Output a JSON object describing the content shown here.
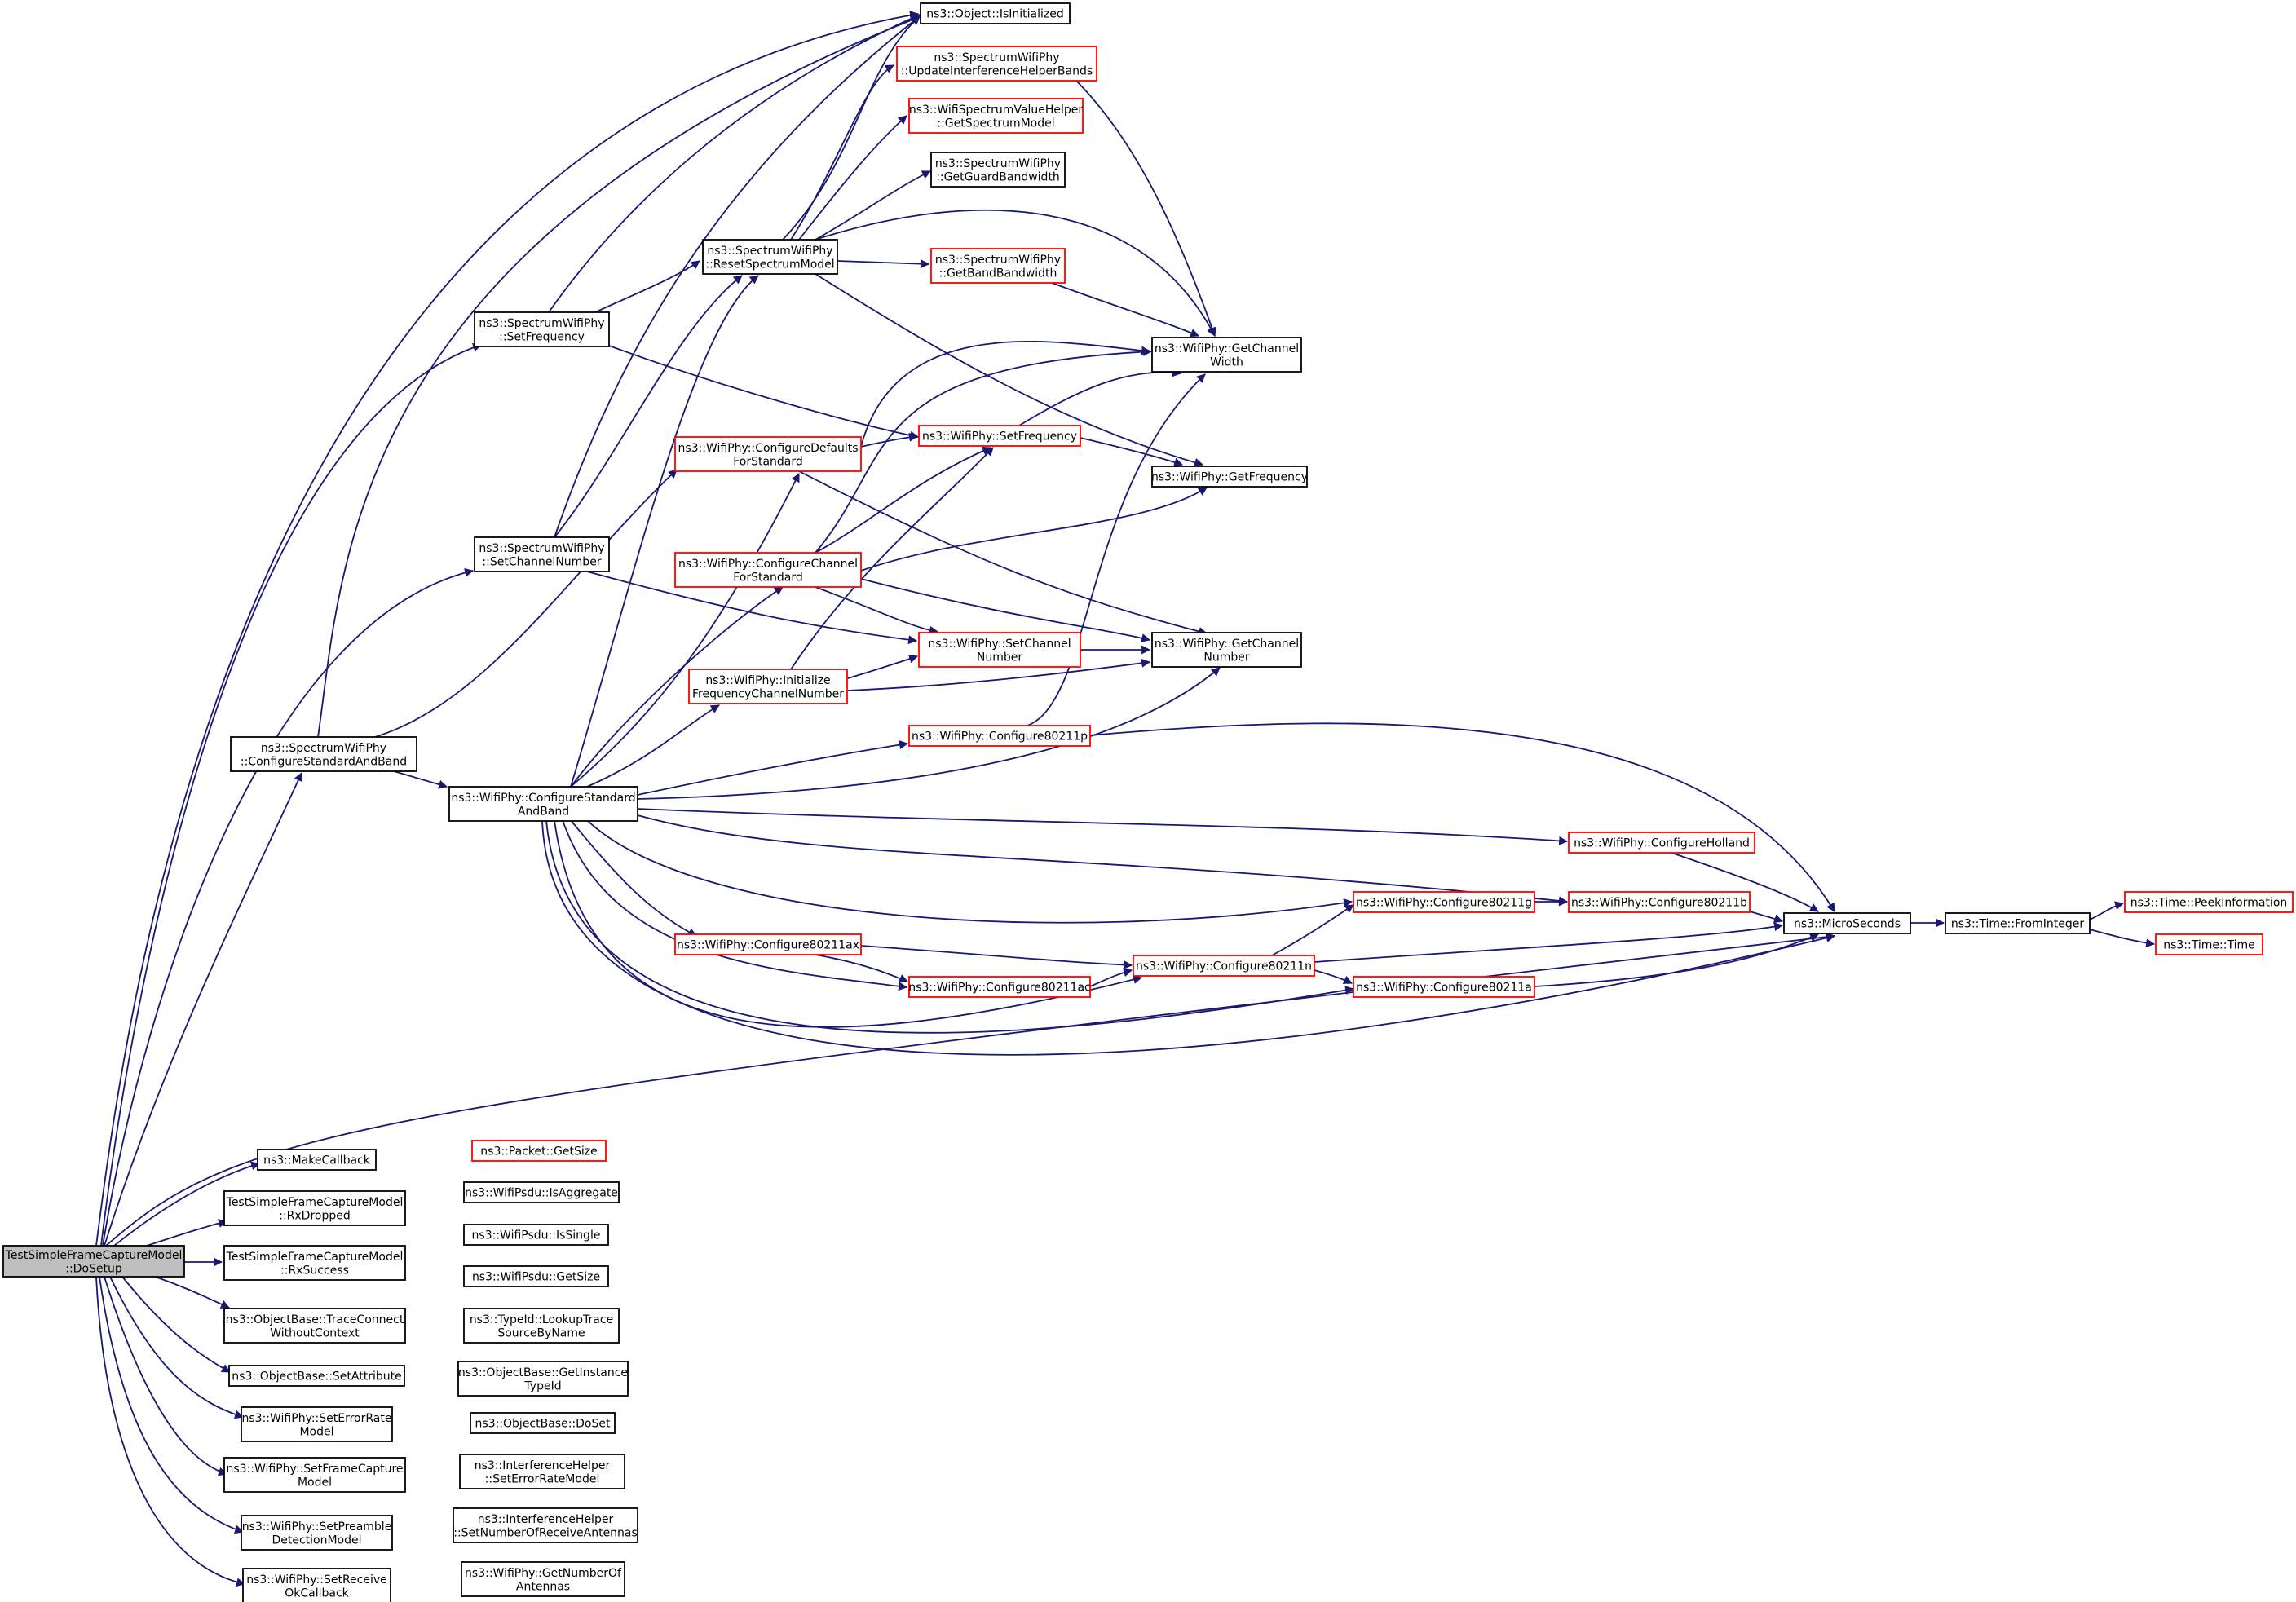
{
  "colors": {
    "edge": "#191970",
    "node_border_normal": "#000000",
    "node_border_truncated": "#ff0000",
    "node_fill": "#ffffff",
    "root_fill": "#bfbfbf"
  },
  "nodes": [
    {
      "id": "root",
      "lines": [
        "TestSimpleFrameCaptureModel",
        "::DoSetup"
      ],
      "style": "root"
    },
    {
      "id": "isInit",
      "lines": [
        "ns3::Object::IsInitialized"
      ],
      "style": "normal"
    },
    {
      "id": "updIntf",
      "lines": [
        "ns3::SpectrumWifiPhy",
        "::UpdateInterferenceHelperBands"
      ],
      "style": "truncated"
    },
    {
      "id": "getSpecModel",
      "lines": [
        "ns3::WifiSpectrumValueHelper",
        "::GetSpectrumModel"
      ],
      "style": "truncated"
    },
    {
      "id": "guardBw",
      "lines": [
        "ns3::SpectrumWifiPhy",
        "::GetGuardBandwidth"
      ],
      "style": "normal"
    },
    {
      "id": "resetSpec",
      "lines": [
        "ns3::SpectrumWifiPhy",
        "::ResetSpectrumModel"
      ],
      "style": "normal"
    },
    {
      "id": "bandBw",
      "lines": [
        "ns3::SpectrumWifiPhy",
        "::GetBandBandwidth"
      ],
      "style": "truncated"
    },
    {
      "id": "setFreqS",
      "lines": [
        "ns3::SpectrumWifiPhy",
        "::SetFrequency"
      ],
      "style": "normal"
    },
    {
      "id": "getChWidth",
      "lines": [
        "ns3::WifiPhy::GetChannel",
        "Width"
      ],
      "style": "normal"
    },
    {
      "id": "cfgDefaults",
      "lines": [
        "ns3::WifiPhy::ConfigureDefaults",
        "ForStandard"
      ],
      "style": "truncated"
    },
    {
      "id": "setFreqW",
      "lines": [
        "ns3::WifiPhy::SetFrequency"
      ],
      "style": "truncated"
    },
    {
      "id": "getFreq",
      "lines": [
        "ns3::WifiPhy::GetFrequency"
      ],
      "style": "normal"
    },
    {
      "id": "setChNumS",
      "lines": [
        "ns3::SpectrumWifiPhy",
        "::SetChannelNumber"
      ],
      "style": "normal"
    },
    {
      "id": "cfgChannel",
      "lines": [
        "ns3::WifiPhy::ConfigureChannel",
        "ForStandard"
      ],
      "style": "truncated"
    },
    {
      "id": "setChNumW",
      "lines": [
        "ns3::WifiPhy::SetChannel",
        "Number"
      ],
      "style": "truncated"
    },
    {
      "id": "getChNum",
      "lines": [
        "ns3::WifiPhy::GetChannel",
        "Number"
      ],
      "style": "normal"
    },
    {
      "id": "initFreq",
      "lines": [
        "ns3::WifiPhy::Initialize",
        "FrequencyChannelNumber"
      ],
      "style": "truncated"
    },
    {
      "id": "cfgStdBandS",
      "lines": [
        "ns3::SpectrumWifiPhy",
        "::ConfigureStandardAndBand"
      ],
      "style": "normal"
    },
    {
      "id": "c80211p",
      "lines": [
        "ns3::WifiPhy::Configure80211p"
      ],
      "style": "truncated"
    },
    {
      "id": "cfgStdBandW",
      "lines": [
        "ns3::WifiPhy::ConfigureStandard",
        "AndBand"
      ],
      "style": "normal"
    },
    {
      "id": "holland",
      "lines": [
        "ns3::WifiPhy::ConfigureHolland"
      ],
      "style": "truncated"
    },
    {
      "id": "c80211g",
      "lines": [
        "ns3::WifiPhy::Configure80211g"
      ],
      "style": "truncated"
    },
    {
      "id": "c80211b",
      "lines": [
        "ns3::WifiPhy::Configure80211b"
      ],
      "style": "truncated"
    },
    {
      "id": "micro",
      "lines": [
        "ns3::MicroSeconds"
      ],
      "style": "normal"
    },
    {
      "id": "fromInt",
      "lines": [
        "ns3::Time::FromInteger"
      ],
      "style": "normal"
    },
    {
      "id": "peek",
      "lines": [
        "ns3::Time::PeekInformation"
      ],
      "style": "truncated"
    },
    {
      "id": "timeCtor",
      "lines": [
        "ns3::Time::Time"
      ],
      "style": "truncated"
    },
    {
      "id": "c80211ax",
      "lines": [
        "ns3::WifiPhy::Configure80211ax"
      ],
      "style": "truncated"
    },
    {
      "id": "c80211n",
      "lines": [
        "ns3::WifiPhy::Configure80211n"
      ],
      "style": "truncated"
    },
    {
      "id": "c80211ac",
      "lines": [
        "ns3::WifiPhy::Configure80211ac"
      ],
      "style": "truncated"
    },
    {
      "id": "c80211a",
      "lines": [
        "ns3::WifiPhy::Configure80211a"
      ],
      "style": "truncated"
    },
    {
      "id": "makeCb",
      "lines": [
        "ns3::MakeCallback"
      ],
      "style": "normal"
    },
    {
      "id": "pktSize",
      "lines": [
        "ns3::Packet::GetSize"
      ],
      "style": "truncated"
    },
    {
      "id": "rxDropped",
      "lines": [
        "TestSimpleFrameCaptureModel",
        "::RxDropped"
      ],
      "style": "normal"
    },
    {
      "id": "isAgg",
      "lines": [
        "ns3::WifiPsdu::IsAggregate"
      ],
      "style": "normal"
    },
    {
      "id": "rxSuccess",
      "lines": [
        "TestSimpleFrameCaptureModel",
        "::RxSuccess"
      ],
      "style": "normal"
    },
    {
      "id": "isSingle",
      "lines": [
        "ns3::WifiPsdu::IsSingle"
      ],
      "style": "normal"
    },
    {
      "id": "psduSize",
      "lines": [
        "ns3::WifiPsdu::GetSize"
      ],
      "style": "normal"
    },
    {
      "id": "traceConn",
      "lines": [
        "ns3::ObjectBase::TraceConnect",
        "WithoutContext"
      ],
      "style": "normal"
    },
    {
      "id": "lookupTrace",
      "lines": [
        "ns3::TypeId::LookupTrace",
        "SourceByName"
      ],
      "style": "normal"
    },
    {
      "id": "getInstTid",
      "lines": [
        "ns3::ObjectBase::GetInstance",
        "TypeId"
      ],
      "style": "normal"
    },
    {
      "id": "setAttr",
      "lines": [
        "ns3::ObjectBase::SetAttribute"
      ],
      "style": "normal"
    },
    {
      "id": "doSet",
      "lines": [
        "ns3::ObjectBase::DoSet"
      ],
      "style": "normal"
    },
    {
      "id": "setErrModel",
      "lines": [
        "ns3::WifiPhy::SetErrorRate",
        "Model"
      ],
      "style": "normal"
    },
    {
      "id": "ihSetErr",
      "lines": [
        "ns3::InterferenceHelper",
        "::SetErrorRateModel"
      ],
      "style": "normal"
    },
    {
      "id": "ihSetNum",
      "lines": [
        "ns3::InterferenceHelper",
        "::SetNumberOfReceiveAntennas"
      ],
      "style": "normal"
    },
    {
      "id": "setFcm",
      "lines": [
        "ns3::WifiPhy::SetFrameCapture",
        "Model"
      ],
      "style": "normal"
    },
    {
      "id": "getNumAnt",
      "lines": [
        "ns3::WifiPhy::GetNumberOf",
        "Antennas"
      ],
      "style": "normal"
    },
    {
      "id": "setPdm",
      "lines": [
        "ns3::WifiPhy::SetPreamble",
        "DetectionModel"
      ],
      "style": "normal"
    },
    {
      "id": "setRecvOk",
      "lines": [
        "ns3::WifiPhy::SetReceive",
        "OkCallback"
      ],
      "style": "normal"
    }
  ]
}
